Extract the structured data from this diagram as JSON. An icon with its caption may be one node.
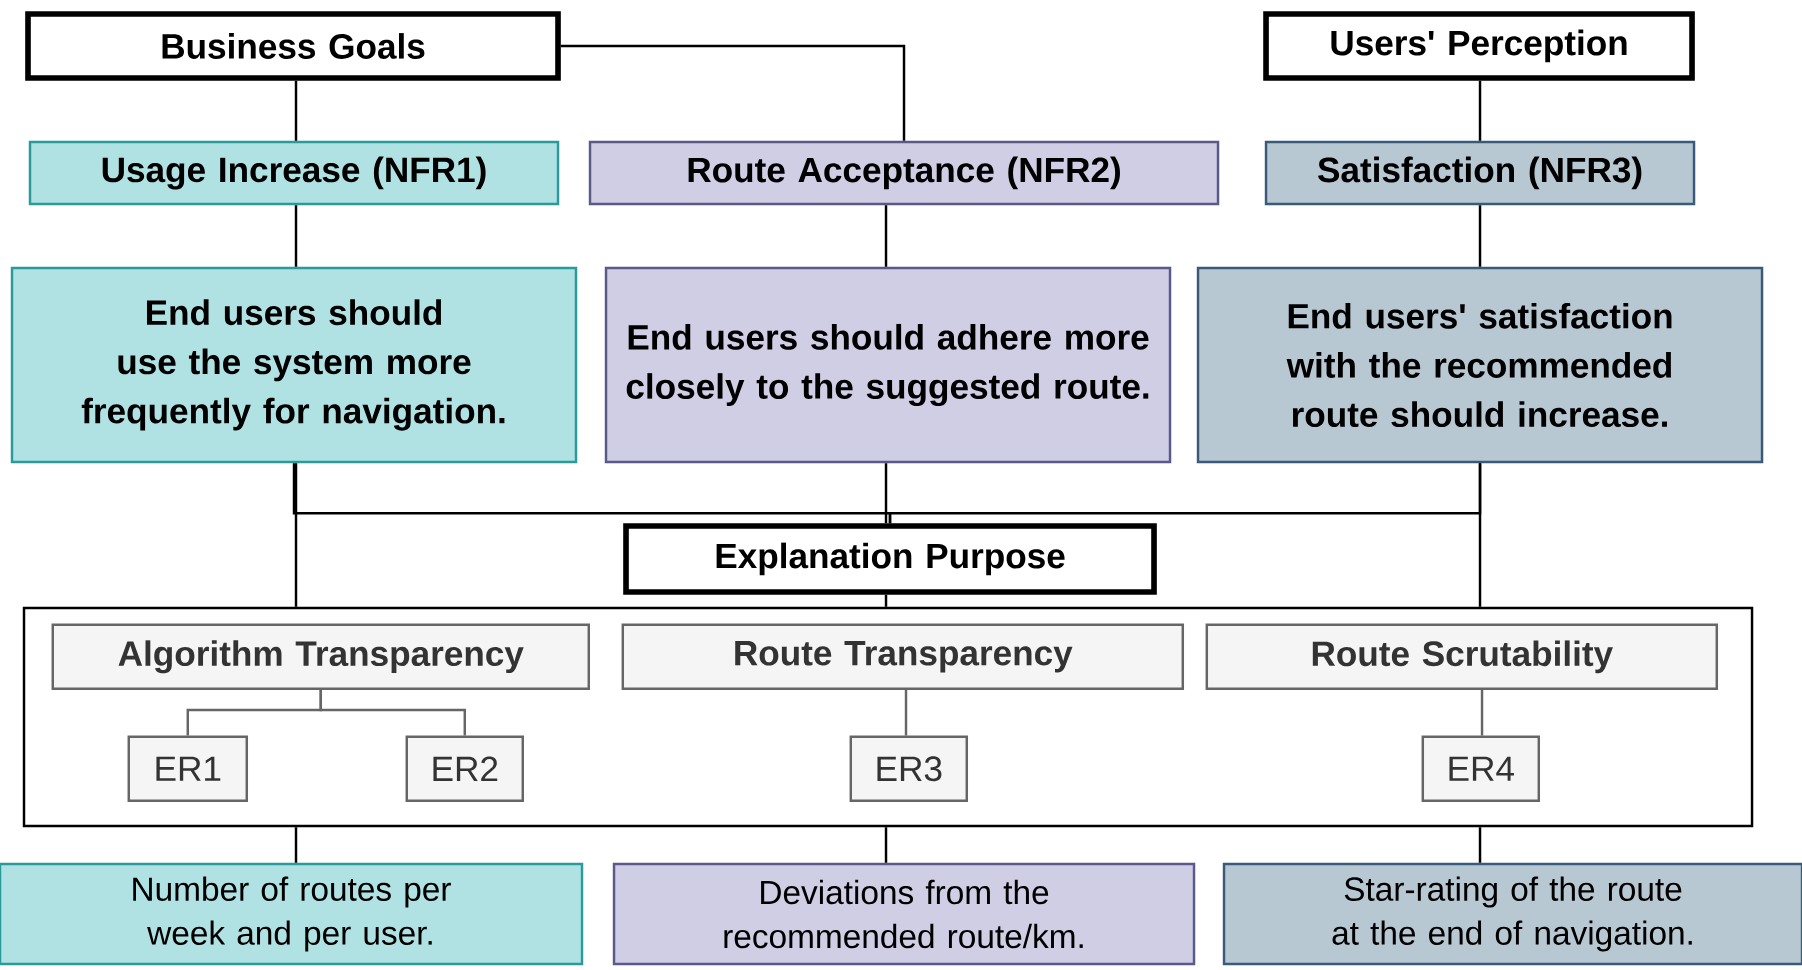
{
  "diagram": {
    "nodes": [
      {
        "text": [
          "Business Goals"
        ]
      },
      {
        "text": [
          "Users' Perception"
        ]
      },
      {
        "text": [
          "Usage Increase (NFR1)"
        ]
      },
      {
        "text": [
          "Route Acceptance (NFR2)"
        ]
      },
      {
        "text": [
          "Satisfaction (NFR3)"
        ]
      },
      {
        "text": [
          "End users should use the system more frequently for navigation."
        ]
      },
      {
        "text": [
          "End users should adhere more closely to the suggested route."
        ]
      },
      {
        "text": [
          "End users' satisfaction with the recommended route should increase."
        ]
      },
      {
        "text": [
          "Explanation Purpose"
        ]
      },
      {
        "text": [],
        "shape": "box"
      },
      {
        "text": [
          "Algorithm Transparency"
        ],
        "in": 9
      },
      {
        "text": [
          "Route Transparency"
        ],
        "in": 9
      },
      {
        "text": [
          "Route Scrutability"
        ],
        "in": 9
      },
      {
        "text": [
          "ER1"
        ],
        "in": 9
      },
      {
        "text": [
          "ER2"
        ],
        "in": 9
      },
      {
        "text": [
          "ER3"
        ],
        "in": 9
      },
      {
        "text": [
          "ER4"
        ],
        "in": 9
      },
      {
        "text": [
          "Number of routes per week and per user."
        ]
      },
      {
        "text": [
          "Deviations from the recommended route/km."
        ]
      },
      {
        "text": [
          "Star-rating of the route at the end of navigation."
        ]
      }
    ],
    "edges": [
      {
        "from": 0,
        "to": 2,
        "arrow": "none"
      },
      {
        "from": 0,
        "to": 3,
        "arrow": "none"
      },
      {
        "from": 1,
        "to": 4,
        "arrow": "none"
      },
      {
        "from": 2,
        "to": 5,
        "arrow": "none"
      },
      {
        "from": 3,
        "to": 6,
        "arrow": "none"
      },
      {
        "from": 4,
        "to": 7,
        "arrow": "none"
      },
      {
        "from": 5,
        "to": 8,
        "arrow": "none"
      },
      {
        "from": 6,
        "to": 8,
        "arrow": "none"
      },
      {
        "from": 7,
        "to": 8,
        "arrow": "none"
      },
      {
        "from": 5,
        "to": 9,
        "arrow": "none"
      },
      {
        "from": 7,
        "to": 9,
        "arrow": "none"
      },
      {
        "from": 8,
        "to": 9,
        "arrow": "none"
      },
      {
        "from": 10,
        "to": 13,
        "arrow": "none",
        "color": "#666666"
      },
      {
        "from": 10,
        "to": 14,
        "arrow": "none",
        "color": "#666666"
      },
      {
        "from": 11,
        "to": 15,
        "arrow": "none",
        "color": "#666666"
      },
      {
        "from": 12,
        "to": 16,
        "arrow": "none",
        "color": "#666666"
      },
      {
        "from": 9,
        "to": 17,
        "arrow": "none"
      },
      {
        "from": 9,
        "to": 18,
        "arrow": "none"
      },
      {
        "from": 9,
        "to": 19,
        "arrow": "none"
      }
    ]
  }
}
